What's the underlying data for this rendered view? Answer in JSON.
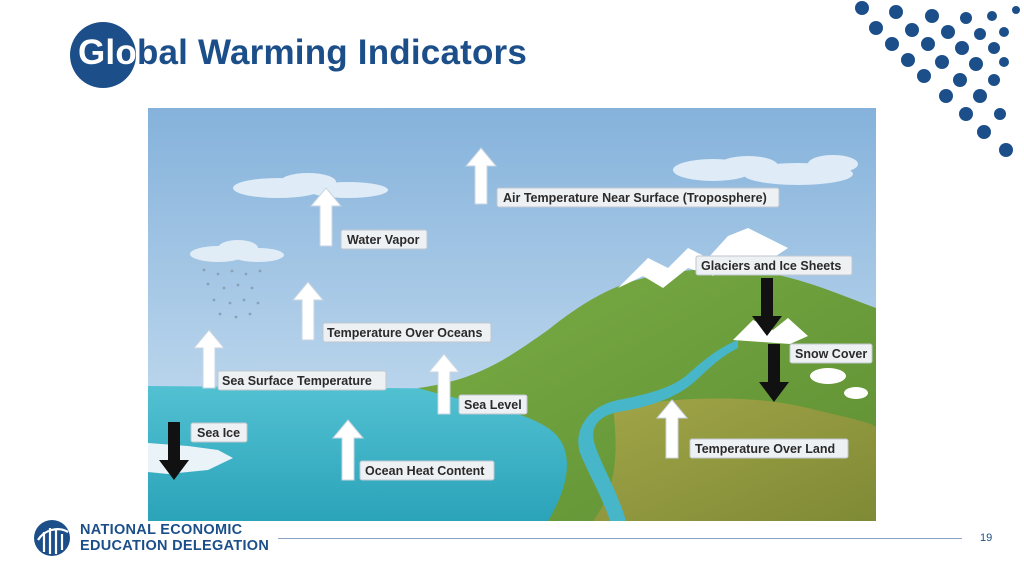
{
  "slide": {
    "title_highlight": "Glo",
    "title_rest": "bal Warming Indicators",
    "page_number": "19"
  },
  "diagram": {
    "labels": {
      "air_temp": "Air Temperature Near Surface (Troposphere)",
      "water_vapor": "Water Vapor",
      "glaciers": "Glaciers and Ice Sheets",
      "temp_oceans": "Temperature Over Oceans",
      "snow_cover": "Snow Cover",
      "sea_surface_temp": "Sea Surface Temperature",
      "sea_level": "Sea Level",
      "sea_ice": "Sea Ice",
      "temp_land": "Temperature Over Land",
      "ocean_heat": "Ocean Heat Content"
    },
    "indicators": [
      {
        "label_key": "air_temp",
        "trend": "up"
      },
      {
        "label_key": "water_vapor",
        "trend": "up"
      },
      {
        "label_key": "glaciers",
        "trend": "down"
      },
      {
        "label_key": "temp_oceans",
        "trend": "up"
      },
      {
        "label_key": "snow_cover",
        "trend": "down"
      },
      {
        "label_key": "sea_surface_temp",
        "trend": "up"
      },
      {
        "label_key": "sea_level",
        "trend": "up"
      },
      {
        "label_key": "sea_ice",
        "trend": "down"
      },
      {
        "label_key": "temp_land",
        "trend": "up"
      },
      {
        "label_key": "ocean_heat",
        "trend": "up"
      }
    ],
    "colors": {
      "sky_top": "#87b4dc",
      "sky_bottom": "#cfe3f3",
      "ocean": "#3fb3c6",
      "land_green": "#6fa23f",
      "land_olive": "#8e9a3c",
      "snow": "#ffffff",
      "up_arrow": "#ffffff",
      "down_arrow": "#111111"
    }
  },
  "footer": {
    "org_line1": "NATIONAL ECONOMIC",
    "org_line2": "EDUCATION DELEGATION"
  }
}
